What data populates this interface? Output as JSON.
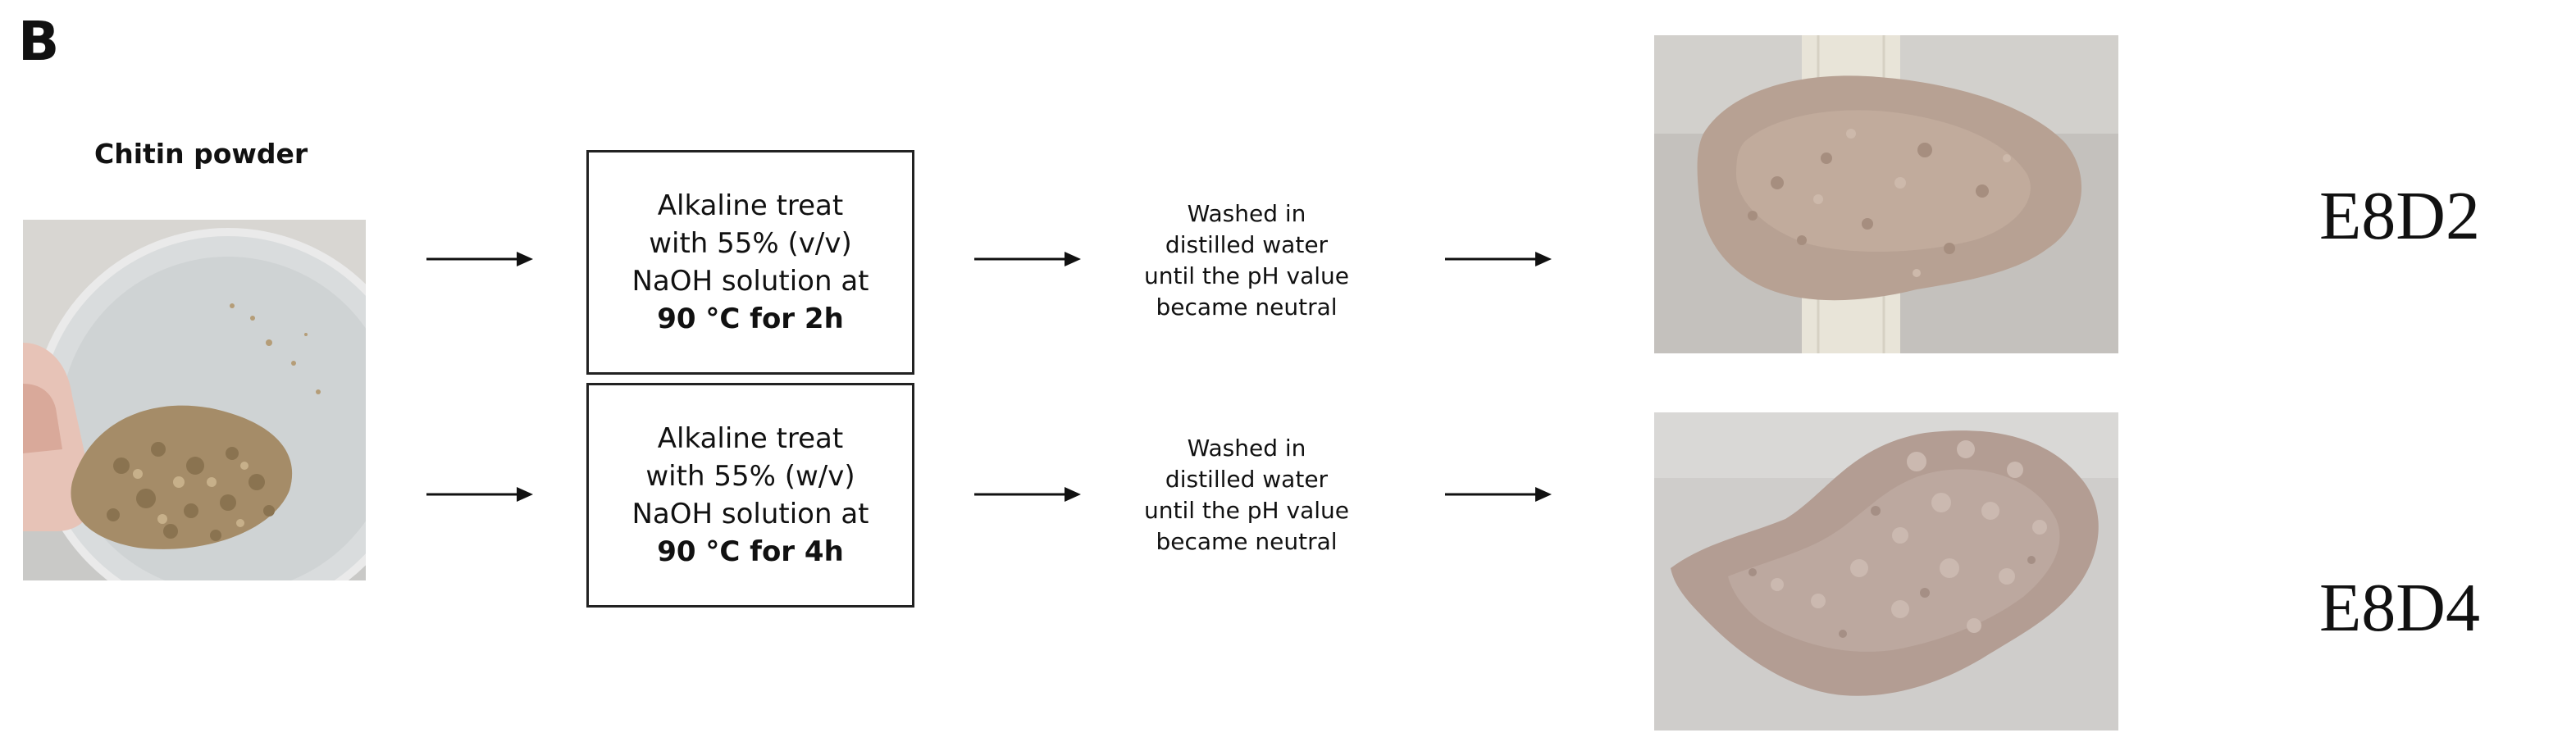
{
  "panel_letter": "B",
  "source": {
    "label": "Chitin powder"
  },
  "rows": [
    {
      "treatment": {
        "line1": "Alkaline treat",
        "line2": "with 55% (v/v)",
        "line3": "NaOH solution at",
        "line4": "90 °C for 2h"
      },
      "wash": {
        "line1": "Washed in",
        "line2": "distilled water",
        "line3": "until the pH value",
        "line4": "became neutral"
      },
      "sample_label": "E8D2"
    },
    {
      "treatment": {
        "line1": "Alkaline treat",
        "line2": "with 55% (w/v)",
        "line3": "NaOH solution at",
        "line4": "90 °C for 4h"
      },
      "wash": {
        "line1": "Washed in",
        "line2": "distilled water",
        "line3": "until the pH value",
        "line4": "became neutral"
      },
      "sample_label": "E8D4"
    }
  ],
  "icons": {
    "arrow": "right-arrow-icon"
  }
}
